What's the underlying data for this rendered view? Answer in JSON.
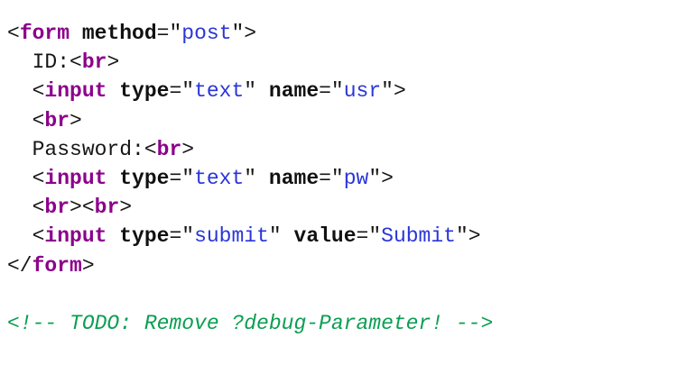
{
  "page": {
    "background": "#ffffff"
  },
  "colors": {
    "punct": "#161616",
    "text": "#161616",
    "tag": "#8b008b",
    "attr": "#111111",
    "val": "#2a36d8",
    "comment": "#0a9e52"
  },
  "code": {
    "language": "html",
    "lines": [
      {
        "tokens": [
          {
            "c": "punct",
            "t": "<"
          },
          {
            "c": "tag",
            "t": "form"
          },
          {
            "c": "punct",
            "t": " "
          },
          {
            "c": "attr",
            "t": "method"
          },
          {
            "c": "punct",
            "t": "=″"
          },
          {
            "c": "val",
            "t": "post"
          },
          {
            "c": "punct",
            "t": "″>"
          }
        ]
      },
      {
        "tokens": [
          {
            "c": "punct",
            "t": "  "
          },
          {
            "c": "text",
            "t": "ID:"
          },
          {
            "c": "punct",
            "t": "<"
          },
          {
            "c": "tag",
            "t": "br"
          },
          {
            "c": "punct",
            "t": ">"
          }
        ]
      },
      {
        "tokens": [
          {
            "c": "punct",
            "t": "  <"
          },
          {
            "c": "tag",
            "t": "input"
          },
          {
            "c": "punct",
            "t": " "
          },
          {
            "c": "attr",
            "t": "type"
          },
          {
            "c": "punct",
            "t": "=″"
          },
          {
            "c": "val",
            "t": "text"
          },
          {
            "c": "punct",
            "t": "″ "
          },
          {
            "c": "attr",
            "t": "name"
          },
          {
            "c": "punct",
            "t": "=″"
          },
          {
            "c": "val",
            "t": "usr"
          },
          {
            "c": "punct",
            "t": "″>"
          }
        ]
      },
      {
        "tokens": [
          {
            "c": "punct",
            "t": "  <"
          },
          {
            "c": "tag",
            "t": "br"
          },
          {
            "c": "punct",
            "t": ">"
          }
        ]
      },
      {
        "tokens": [
          {
            "c": "punct",
            "t": "  "
          },
          {
            "c": "text",
            "t": "Password:"
          },
          {
            "c": "punct",
            "t": "<"
          },
          {
            "c": "tag",
            "t": "br"
          },
          {
            "c": "punct",
            "t": ">"
          }
        ]
      },
      {
        "tokens": [
          {
            "c": "punct",
            "t": "  <"
          },
          {
            "c": "tag",
            "t": "input"
          },
          {
            "c": "punct",
            "t": " "
          },
          {
            "c": "attr",
            "t": "type"
          },
          {
            "c": "punct",
            "t": "=″"
          },
          {
            "c": "val",
            "t": "text"
          },
          {
            "c": "punct",
            "t": "″ "
          },
          {
            "c": "attr",
            "t": "name"
          },
          {
            "c": "punct",
            "t": "=″"
          },
          {
            "c": "val",
            "t": "pw"
          },
          {
            "c": "punct",
            "t": "″>"
          }
        ]
      },
      {
        "tokens": [
          {
            "c": "punct",
            "t": "  <"
          },
          {
            "c": "tag",
            "t": "br"
          },
          {
            "c": "punct",
            "t": "><"
          },
          {
            "c": "tag",
            "t": "br"
          },
          {
            "c": "punct",
            "t": ">"
          }
        ]
      },
      {
        "tokens": [
          {
            "c": "punct",
            "t": "  <"
          },
          {
            "c": "tag",
            "t": "input"
          },
          {
            "c": "punct",
            "t": " "
          },
          {
            "c": "attr",
            "t": "type"
          },
          {
            "c": "punct",
            "t": "=″"
          },
          {
            "c": "val",
            "t": "submit"
          },
          {
            "c": "punct",
            "t": "″ "
          },
          {
            "c": "attr",
            "t": "value"
          },
          {
            "c": "punct",
            "t": "=″"
          },
          {
            "c": "val",
            "t": "Submit"
          },
          {
            "c": "punct",
            "t": "″>"
          }
        ]
      },
      {
        "tokens": [
          {
            "c": "punct",
            "t": "</"
          },
          {
            "c": "tag",
            "t": "form"
          },
          {
            "c": "punct",
            "t": ">"
          }
        ]
      },
      {
        "tokens": []
      },
      {
        "tokens": [
          {
            "c": "comment",
            "t": "<!-- TODO: Remove ?debug-Parameter! -->"
          }
        ]
      }
    ]
  }
}
